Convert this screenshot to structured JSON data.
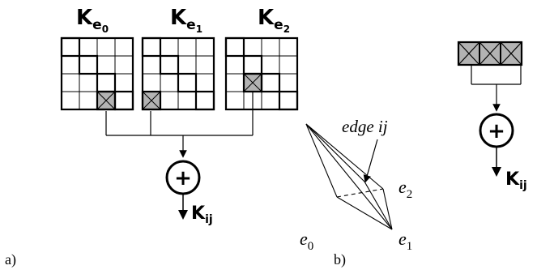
{
  "panel_a": {
    "label": "a)",
    "matrices": [
      {
        "symbol": "K",
        "subscript_base": "e",
        "subscript_index": "0"
      },
      {
        "symbol": "K",
        "subscript_base": "e",
        "subscript_index": "1"
      },
      {
        "symbol": "K",
        "subscript_base": "e",
        "subscript_index": "2"
      }
    ],
    "sum_symbol": "+",
    "result": {
      "symbol": "K",
      "subscript": "ij"
    }
  },
  "panel_b": {
    "label": "b)",
    "edge_label": "edge ij",
    "vertices": [
      {
        "base": "e",
        "index": "0"
      },
      {
        "base": "e",
        "index": "1"
      },
      {
        "base": "e",
        "index": "2"
      }
    ]
  },
  "panel_c": {
    "sum_symbol": "+",
    "result": {
      "symbol": "K",
      "subscript": "ij"
    }
  }
}
